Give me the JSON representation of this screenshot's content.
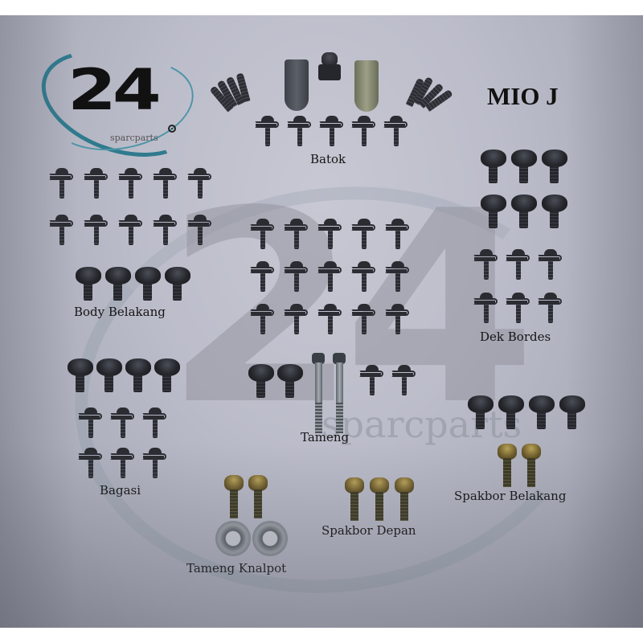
{
  "title": "MIO J",
  "logo": {
    "number": "24",
    "subtitle": "sparcparts",
    "registered_mark": "®"
  },
  "watermark": {
    "number": "24",
    "text": "sparcparts"
  },
  "colors": {
    "background": "#bcbdca",
    "logo_ring": "#2f7a8e",
    "text": "#151515"
  },
  "groups": [
    {
      "label": "Batok",
      "parts": [
        "4 plastic screws (left)",
        "2 U-clips",
        "1 cap nut",
        "4 plastic screws (right)",
        "5 screws with clip"
      ]
    },
    {
      "label": "Body Belakang",
      "parts": [
        "10 screws with clip",
        "4 hex flange bolts"
      ]
    },
    {
      "label": "Dek Bordes",
      "parts": [
        "6 hex flange bolts",
        "6 screws with clip"
      ]
    },
    {
      "label": "Tameng",
      "parts": [
        "15 screws with clip",
        "2 hex flange bolts",
        "2 long bolts",
        "2 screws with clip"
      ]
    },
    {
      "label": "Bagasi",
      "parts": [
        "4 hex flange bolts",
        "6 screws with clip"
      ]
    },
    {
      "label": "Tameng Knalpot",
      "parts": [
        "2 gold bolts",
        "2 washers"
      ]
    },
    {
      "label": "Spakbor Depan",
      "parts": [
        "3 gold bolts"
      ]
    },
    {
      "label": "Spakbor Belakang",
      "parts": [
        "4 hex flange bolts",
        "2 gold bolts"
      ]
    }
  ]
}
